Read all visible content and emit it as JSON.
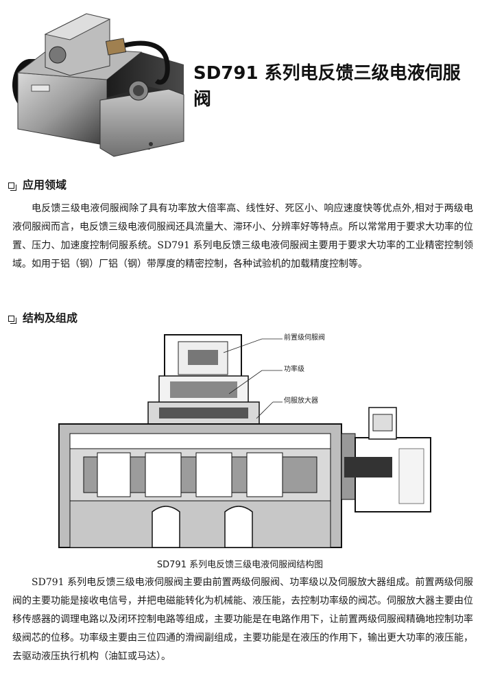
{
  "title": "SD791 系列电反馈三级电液伺服阀",
  "sections": [
    {
      "heading": "应用领域",
      "text": "电反馈三级电液伺服阀除了具有功率放大倍率高、线性好、死区小、响应速度快等优点外,相对于两级电液伺服阀而言，电反馈三级电液伺服阀还具流量大、滞环小、分辨率好等特点。所以常常用于要求大功率的位置、压力、加速度控制伺服系统。SD791 系列电反馈三级电液伺服阀主要用于要求大功率的工业精密控制领域。如用于铝（钢）厂铝（钢）带厚度的精密控制，各种试验机的加载精度控制等。"
    },
    {
      "heading": "结构及组成",
      "text": "SD791 系列电反馈三级电液伺服阀主要由前置两级伺服阀、功率级以及伺服放大器组成。前置两级伺服阀的主要功能是接收电信号，并把电磁能转化为机械能、液压能，去控制功率级的阀芯。伺服放大器主要由位移传感器的调理电路以及闭环控制电路等组成，主要功能是在电路作用下，让前置两级伺服阀精确地控制功率级阀芯的位移。功率级主要由三位四通的滑阀副组成，主要功能是在液压的作用下，输出更大功率的液压能，去驱动液压执行机构（油缸或马达）。"
    }
  ],
  "diagram": {
    "caption": "SD791 系列电反馈三级电液伺服阀结构图",
    "labels": [
      "前置级伺服阀",
      "功率级",
      "伺服放大器"
    ]
  }
}
